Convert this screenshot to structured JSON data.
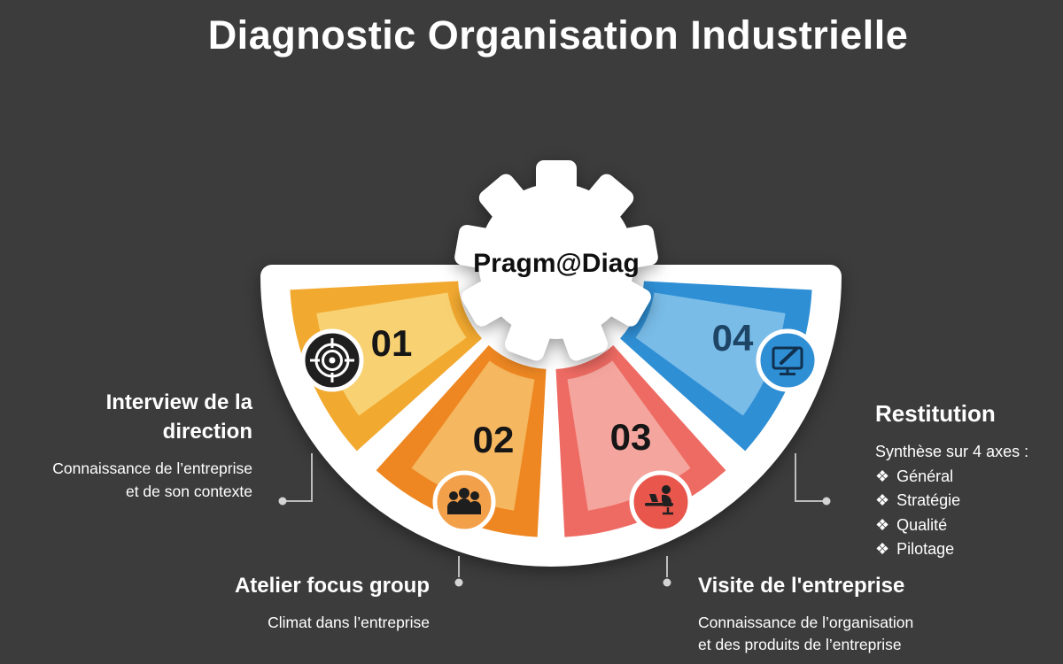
{
  "background_color": "#3C3C3C",
  "title": "Diagnostic Organisation Industrielle",
  "gear": {
    "label": "Pragm@Diag"
  },
  "connector_color": "#BDBDBD",
  "steps": [
    {
      "number": "01",
      "icon": "target-icon",
      "color_dark": "#F2A930",
      "color_light": "#F8D272",
      "icon_bg": "#1F1F1F",
      "number_color": "#161616"
    },
    {
      "number": "02",
      "icon": "people-icon",
      "color_dark": "#EE8722",
      "color_light": "#F5B75F",
      "icon_bg": "#F3A04A",
      "number_color": "#161616"
    },
    {
      "number": "03",
      "icon": "workstation-icon",
      "color_dark": "#EE6B63",
      "color_light": "#F4A69E",
      "icon_bg": "#E8564C",
      "number_color": "#161616"
    },
    {
      "number": "04",
      "icon": "monitor-pencil-icon",
      "color_dark": "#2F8FD5",
      "color_light": "#79BCE8",
      "icon_bg": "#2F8FD5",
      "number_color": "#1E4466"
    }
  ],
  "callouts": {
    "interview": {
      "title_line1": "Interview de la",
      "title_line2": "direction",
      "desc_line1": "Connaissance de l’entreprise",
      "desc_line2": "et de son contexte"
    },
    "atelier": {
      "title": "Atelier focus group",
      "desc": "Climat dans l’entreprise"
    },
    "visite": {
      "title": "Visite de l'entreprise",
      "desc_line1": "Connaissance de l’organisation",
      "desc_line2": "et des produits de l’entreprise"
    },
    "restitution": {
      "title": "Restitution",
      "subtitle": "Synthèse sur 4 axes :",
      "bullet": "❖",
      "items": [
        "Général",
        "Stratégie",
        "Qualité",
        "Pilotage"
      ]
    }
  }
}
